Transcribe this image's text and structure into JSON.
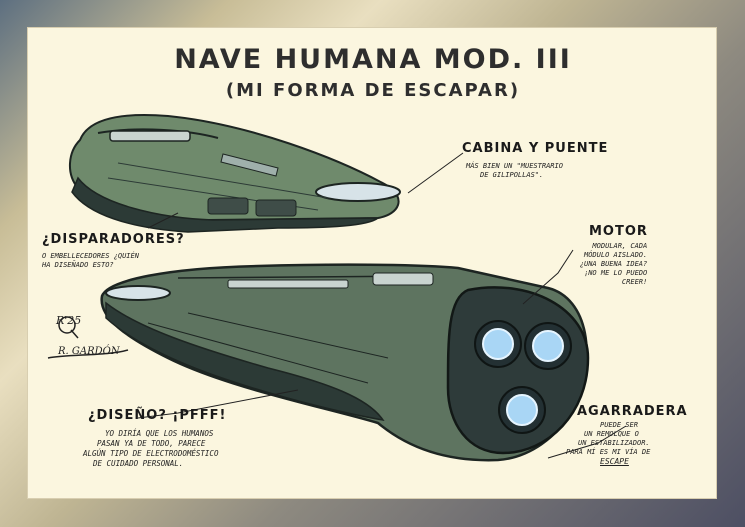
{
  "title": "NAVE HUMANA MOD. III",
  "subtitle": "(MI FORMA DE ESCAPAR)",
  "labels": {
    "cabina": "CABINA Y PUENTE",
    "disparadores": "¿DISPARADORES?",
    "motor": "MOTOR",
    "diseno": "¿DISEÑO? ¡PFFF!",
    "agarradera": "AGARRADERA"
  },
  "notes": {
    "cabina": [
      "MÁS BIEN UN \"MUESTRARIO",
      "DE GILIPOLLAS\"."
    ],
    "disparadores": [
      "O EMBELLECEDORES ¿QUIÉN",
      "HA DISEÑADO ESTO?"
    ],
    "motor": [
      "MODULAR, CADA",
      "MÓDULO AISLADO.",
      "¿UNA BUENA IDEA?",
      "¡NO ME LO PUEDO",
      "CREER!"
    ],
    "diseno": [
      "YO DIRÍA QUE LOS HUMANOS",
      "PASAN YA DE TODO, PARECE",
      "ALGÚN TIPO DE ELECTRODOMÉSTICO",
      "DE CUIDADO PERSONAL."
    ],
    "agarradera": [
      "PUEDE SER",
      "UN REMOLQUE O",
      "UN ESTABILIZADOR.",
      "PARA MÍ ES MI VÍA DE",
      "ESCAPE"
    ]
  },
  "signature": {
    "initials": "R'25",
    "name": "R. GARDÓN"
  },
  "colors": {
    "hull": "#6f8a6c",
    "hull_dark": "#2c3a36",
    "engine_glow": "#a9d6f5"
  }
}
